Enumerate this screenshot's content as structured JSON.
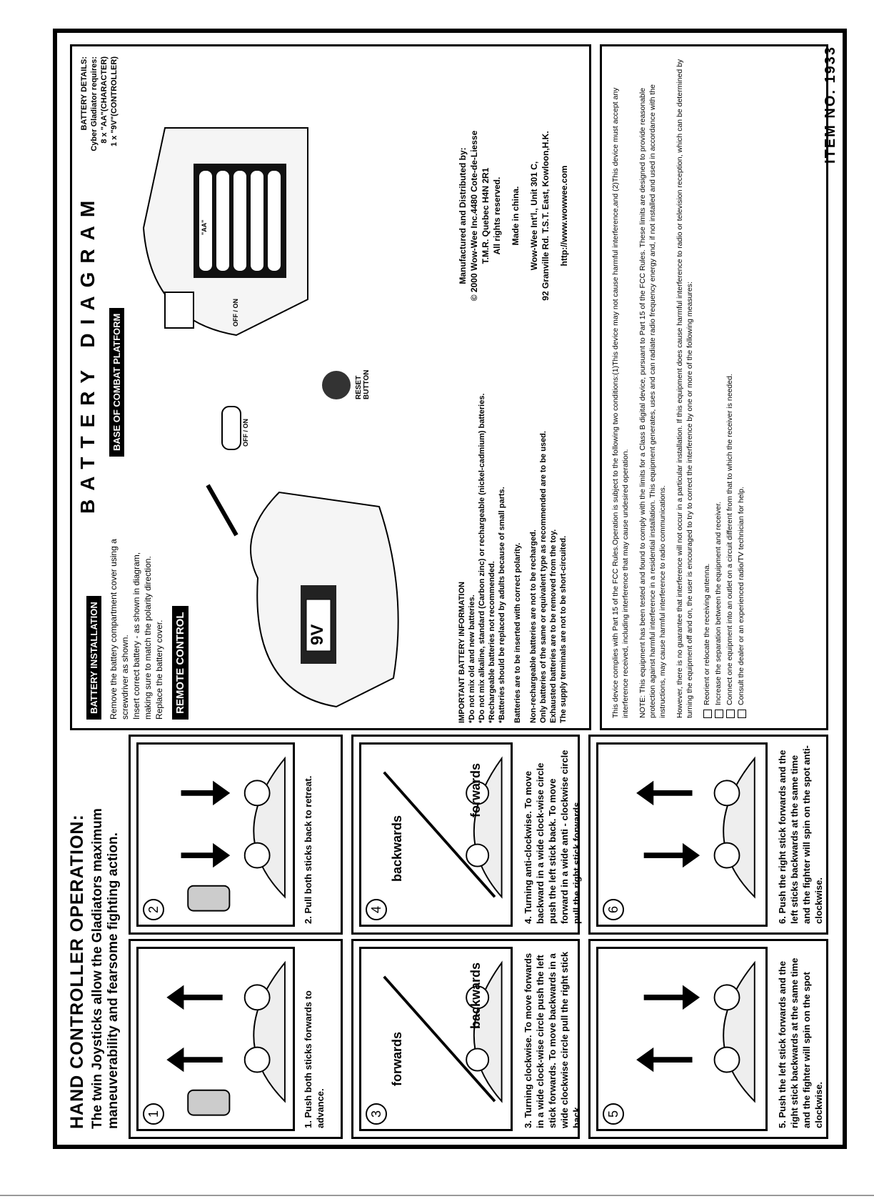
{
  "hand_controller": {
    "title": "HAND CONTROLLER OPERATION:",
    "intro": "The twin Joysticks allow the Gladiators maximum maneuverability and fearsome fighting action."
  },
  "steps": [
    {
      "num": "1",
      "caption": "1. Push both sticks forwards to advance."
    },
    {
      "num": "2",
      "caption": "2. Pull both sticks back to retreat."
    },
    {
      "num": "3",
      "caption": "3. Turning clockwise. To move forwards in a wide clock-wise circle push the left stick forwards. To move backwards in a wide clockwise circle pull the right stick back.",
      "label_a": "forwards",
      "label_b": "backwards"
    },
    {
      "num": "4",
      "caption": "4. Turning anti-clockwise. To move backward in a wide clock-wise circle push the left stick back. To move forward in a wide anti - clockwise circle pull the right stick forwards.",
      "label_a": "backwards",
      "label_b": "forwards"
    },
    {
      "num": "5",
      "caption": "5. Push the left stick forwards and the right stick backwards at the same time and the fighter will spin on the spot clockwise."
    },
    {
      "num": "6",
      "caption": "6. Push the right stick forwards and the left sticks backwards at the same time and the fighter will spin on the spot anti-clockwise."
    }
  ],
  "battery": {
    "title": "BATTERY DIAGRAM",
    "install_tag": "BATTERY INSTALLATION",
    "install_steps": [
      "Remove the battery compartment cover using a screwdriver as shown.",
      "Insert correct battery - as shown in diagram, making sure to match the polarity direction.",
      "Replace the battery cover."
    ],
    "remote_tag": "REMOTE CONTROL",
    "base_tag": "BASE OF COMBAT PLATFORM",
    "switch_label": "OFF / ON",
    "reset_label": "RESET BUTTON",
    "nine_v": "9V",
    "aa_label": "\"AA\"",
    "details_title": "BATTERY DETAILS:",
    "details_lines": [
      "Cyber Gladiator requires:",
      "8 x \"AA\"(CHARACTER)",
      "1 x \"9V\"(CONTROLLER)"
    ]
  },
  "important": {
    "title": "IMPORTANT BATTERY INFORMATION",
    "lines": [
      "*Do not mix old and new batteries.",
      "*Do not mix alkaline, standard (Carbon zinc) or rechargeable (nickel-cadmium) batteries.",
      "*Rechargeable batteries not recommended.",
      "*Batteries should be replaced by adults because of small parts."
    ],
    "polarity": "Batteries are to be inserted with correct polarity.",
    "more": [
      "Non-rechargeable batteries are not to be recharged.",
      "Only batteries of the same or equivalent type as recommended are to be used.",
      "Exhausted batteries are to be removed from the toy.",
      "The supply terminals are not to be short-circuited."
    ]
  },
  "manufacturer": {
    "lines": [
      "Manufactured and Distributed by:",
      "© 2000 Wow-Wee Inc.4480 Cote-de-Liesse",
      "T.M.R. Quebec H4N 2R1",
      "All rights reserved."
    ],
    "made_in": "Made in china.",
    "address": [
      "Wow-Wee Int'l., Unit 301 C,",
      "92 Granville Rd. T.S.T. East, Kowloon,H.K."
    ],
    "url": "http://www.wowwee.com"
  },
  "fcc": {
    "p1": "This device complies with Part 15 of the FCC Rules.Operation is subject to the following two conditions:(1)This device may not cause harmful interference,and (2)This device must accept any interference received, including interference that may cause undesired operation.",
    "p2": "NOTE: This equipment has been tested and found to comply with the limits for a Class B digital device, pursuant to Part 15 of the FCC Rules. These limits are designed to provide reasonable protection against harmful interference in a residential installation. This equipment generates, uses and can radiate radio frequency energy and, if not installed and used in accordance with the instructions, may cause harmful interference to radio communications.",
    "p3": "However, there is no guarantee that interference will not occur in a particular installation. If this equipment does cause harmful interference to radio or television reception, which can be determined by turning the equipment off and on, the user is encouraged to try to correct the interference by one or more of the following measures:",
    "measures": [
      "Reorient or relocate the receiving antenna.",
      "Increase the separation between the equipment and receiver.",
      "Connect one equipment into an outlet on a circuit different from that to which the receiver is needed.",
      "Consult the dealer or an experienced radio/TV technician for help."
    ]
  },
  "item": "ITEM NO. 1933"
}
